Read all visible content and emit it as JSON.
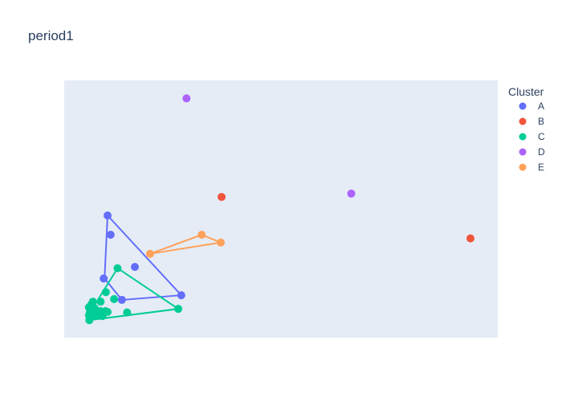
{
  "chart_data": {
    "type": "scatter",
    "title": "period1",
    "xlabel": "",
    "ylabel": "",
    "xlim": [
      0,
      100
    ],
    "ylim": [
      0,
      100
    ],
    "grid": false,
    "show_ticks": false,
    "plot_bg": "#e5ecf6",
    "legend": {
      "title": "Cluster",
      "placement": "top-right"
    },
    "series": [
      {
        "name": "A",
        "color": "#636efa",
        "points": [
          [
            10.0,
            47.5
          ],
          [
            10.7,
            40.0
          ],
          [
            16.3,
            27.5
          ],
          [
            9.1,
            23.0
          ],
          [
            13.3,
            14.7
          ],
          [
            27.0,
            16.5
          ]
        ],
        "hull": [
          [
            10.0,
            47.5
          ],
          [
            27.0,
            16.5
          ],
          [
            13.3,
            14.7
          ],
          [
            9.3,
            23.0
          ]
        ]
      },
      {
        "name": "B",
        "color": "#ef553b",
        "points": [
          [
            36.3,
            54.7
          ],
          [
            93.7,
            38.6
          ]
        ],
        "hull": []
      },
      {
        "name": "C",
        "color": "#00cc96",
        "points": [
          [
            12.3,
            27.0
          ],
          [
            9.6,
            17.7
          ],
          [
            11.5,
            15.0
          ],
          [
            6.6,
            14.0
          ],
          [
            8.4,
            14.0
          ],
          [
            6.2,
            12.8
          ],
          [
            5.7,
            11.8
          ],
          [
            7.0,
            11.5
          ],
          [
            8.3,
            10.3
          ],
          [
            9.5,
            10.3
          ],
          [
            10.0,
            10.0
          ],
          [
            14.5,
            9.8
          ],
          [
            26.3,
            11.2
          ],
          [
            5.7,
            8.7
          ],
          [
            5.9,
            9.8
          ],
          [
            7.4,
            9.5
          ],
          [
            6.6,
            8.4
          ],
          [
            6.0,
            7.8
          ],
          [
            5.8,
            6.8
          ],
          [
            7.7,
            9.0
          ],
          [
            8.8,
            8.4
          ]
        ],
        "hull": [
          [
            12.3,
            27.0
          ],
          [
            26.3,
            11.2
          ],
          [
            5.7,
            6.8
          ],
          [
            5.8,
            9.0
          ],
          [
            7.5,
            14.0
          ]
        ]
      },
      {
        "name": "D",
        "color": "#ab63fa",
        "points": [
          [
            28.2,
            93.0
          ],
          [
            66.2,
            56.0
          ]
        ],
        "hull": []
      },
      {
        "name": "E",
        "color": "#ffa15a",
        "points": [
          [
            19.8,
            32.6
          ],
          [
            31.7,
            40.0
          ],
          [
            36.1,
            37.0
          ]
        ],
        "hull": [
          [
            19.8,
            32.6
          ],
          [
            31.7,
            40.0
          ],
          [
            36.1,
            37.0
          ]
        ]
      }
    ]
  }
}
